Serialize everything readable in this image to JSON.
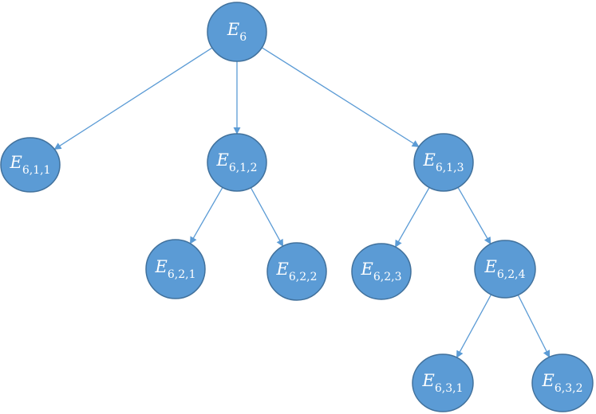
{
  "colors": {
    "node_fill": "#5b9bd5",
    "node_stroke": "#41719c",
    "edge": "#5b9bd5",
    "label": "#ffffff"
  },
  "nodes": [
    {
      "id": "n0",
      "base": "E",
      "sub": "6"
    },
    {
      "id": "n1",
      "base": "E",
      "sub": "6,1,1"
    },
    {
      "id": "n2",
      "base": "E",
      "sub": "6,1,2"
    },
    {
      "id": "n3",
      "base": "E",
      "sub": "6,1,3"
    },
    {
      "id": "n4",
      "base": "E",
      "sub": "6,2,1"
    },
    {
      "id": "n5",
      "base": "E",
      "sub": "6,2,2"
    },
    {
      "id": "n6",
      "base": "E",
      "sub": "6,2,3"
    },
    {
      "id": "n7",
      "base": "E",
      "sub": "6,2,4"
    },
    {
      "id": "n8",
      "base": "E",
      "sub": "6,3,1"
    },
    {
      "id": "n9",
      "base": "E",
      "sub": "6,3,2"
    }
  ],
  "edges": [
    {
      "from": "n0",
      "to": "n1"
    },
    {
      "from": "n0",
      "to": "n2"
    },
    {
      "from": "n0",
      "to": "n3"
    },
    {
      "from": "n2",
      "to": "n4"
    },
    {
      "from": "n2",
      "to": "n5"
    },
    {
      "from": "n3",
      "to": "n6"
    },
    {
      "from": "n3",
      "to": "n7"
    },
    {
      "from": "n7",
      "to": "n8"
    },
    {
      "from": "n7",
      "to": "n9"
    }
  ]
}
